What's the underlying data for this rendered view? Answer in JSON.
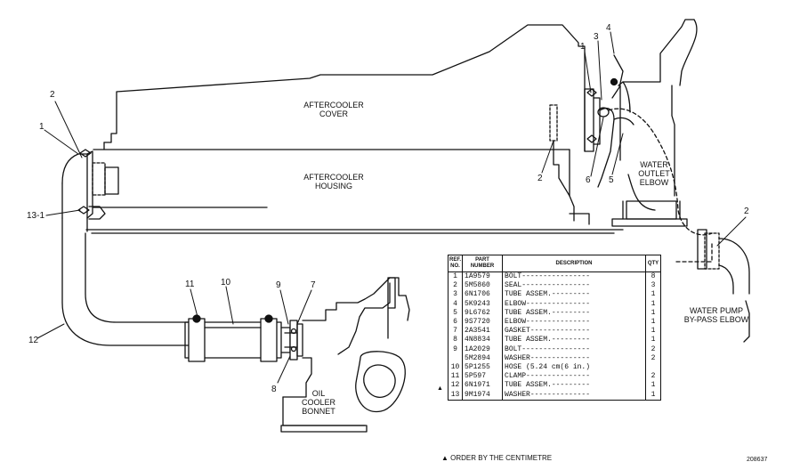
{
  "labels": {
    "aftercooler_cover": [
      "AFTERCOOLER",
      "COVER"
    ],
    "aftercooler_housing": [
      "AFTERCOOLER",
      "HOUSING"
    ],
    "water_outlet_elbow": [
      "WATER",
      "OUTLET",
      "ELBOW"
    ],
    "water_pump_bypass_elbow": [
      "WATER PUMP",
      "BY-PASS ELBOW"
    ],
    "oil_cooler_bonnet": [
      "OIL",
      "COOLER",
      "BONNET"
    ]
  },
  "callouts": {
    "c2_left": "2",
    "c1_left": "1",
    "c13_1": "13-1",
    "c12": "12",
    "c11": "11",
    "c10": "10",
    "c9": "9",
    "c7": "7",
    "c8": "8",
    "c1_top": "1",
    "c3": "3",
    "c4": "4",
    "c2_mid": "2",
    "c6": "6",
    "c5": "5",
    "c2_right": "2"
  },
  "parts_table": {
    "headers": {
      "ref": "REF. NO.",
      "part": "PART NUMBER",
      "desc": "DESCRIPTION",
      "qty": "QTY"
    },
    "rows": [
      {
        "ref": "1",
        "part": "1A9579",
        "desc": "BOLT----------------",
        "qty": "8"
      },
      {
        "ref": "2",
        "part": "5M5860",
        "desc": "SEAL----------------",
        "qty": "3"
      },
      {
        "ref": "3",
        "part": "6N1706",
        "desc": "TUBE ASSEM.---------",
        "qty": "1"
      },
      {
        "ref": "4",
        "part": "5K9243",
        "desc": "ELBOW---------------",
        "qty": "1"
      },
      {
        "ref": "5",
        "part": "9L6762",
        "desc": "TUBE ASSEM.---------",
        "qty": "1"
      },
      {
        "ref": "6",
        "part": "9S7720",
        "desc": "ELBOW---------------",
        "qty": "1"
      },
      {
        "ref": "7",
        "part": "2A3541",
        "desc": "GASKET--------------",
        "qty": "1"
      },
      {
        "ref": "8",
        "part": "4N8834",
        "desc": "TUBE ASSEM.---------",
        "qty": "1"
      },
      {
        "ref": "9",
        "part": "1A2029",
        "desc": "BOLT----------------",
        "qty": "2"
      },
      {
        "ref": "",
        "part": "5M2894",
        "desc": "WASHER--------------",
        "qty": "2"
      },
      {
        "ref": "10",
        "part": "5P1255",
        "desc": "HOSE    (5.24 cm(6 in.)",
        "qty": ""
      },
      {
        "ref": "11",
        "part": "5P597",
        "desc": "CLAMP---------------",
        "qty": "2"
      },
      {
        "ref": "12",
        "part": "6N1971",
        "desc": "TUBE ASSEM.---------",
        "qty": "1"
      },
      {
        "ref": "13",
        "part": "9M1974",
        "desc": "WASHER--------------",
        "qty": "1"
      }
    ]
  },
  "footnote": "ORDER BY THE CENTIMETRE",
  "footnote_marker": "▲",
  "figure_number": "208637"
}
